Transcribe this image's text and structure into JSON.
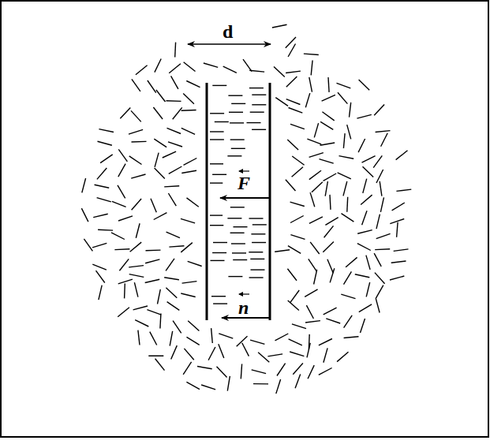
{
  "diagram": {
    "labels": [
      "d",
      "F",
      "n"
    ]
  }
}
